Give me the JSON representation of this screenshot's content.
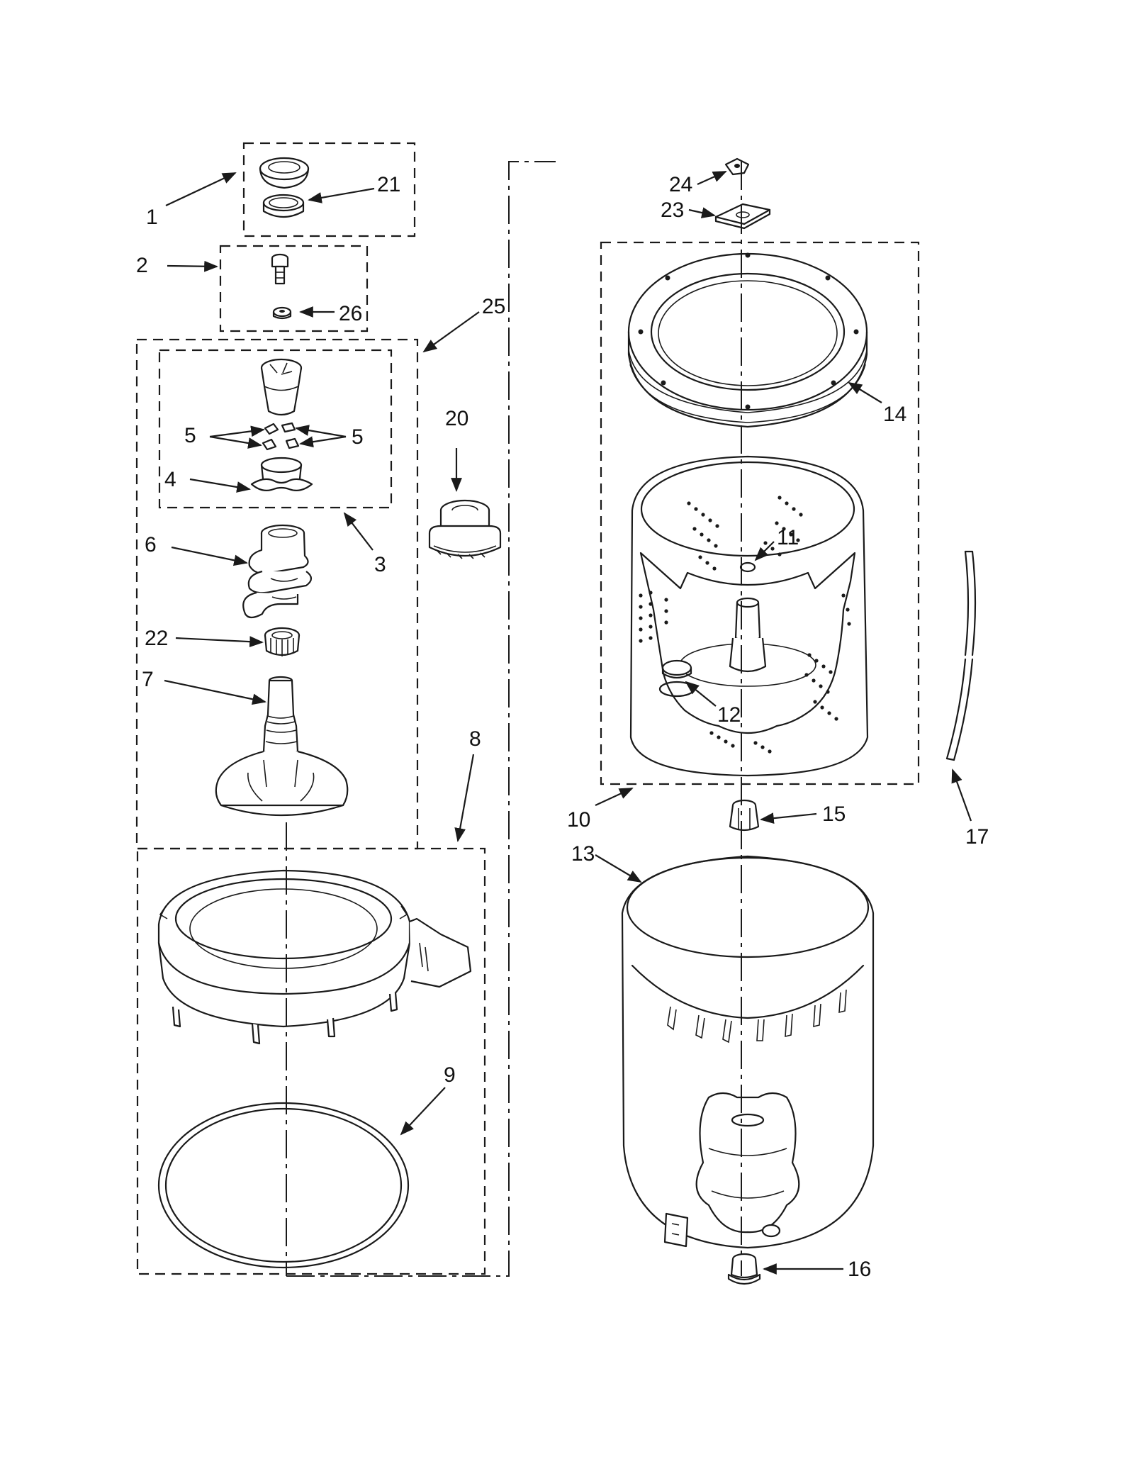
{
  "callouts": [
    {
      "id": "1",
      "text": "1"
    },
    {
      "id": "2",
      "text": "2"
    },
    {
      "id": "3",
      "text": "3"
    },
    {
      "id": "4",
      "text": "4"
    },
    {
      "id": "5a",
      "text": "5"
    },
    {
      "id": "5b",
      "text": "5"
    },
    {
      "id": "6",
      "text": "6"
    },
    {
      "id": "7",
      "text": "7"
    },
    {
      "id": "8",
      "text": "8"
    },
    {
      "id": "9",
      "text": "9"
    },
    {
      "id": "10",
      "text": "10"
    },
    {
      "id": "11",
      "text": "11"
    },
    {
      "id": "12",
      "text": "12"
    },
    {
      "id": "13",
      "text": "13"
    },
    {
      "id": "14",
      "text": "14"
    },
    {
      "id": "15",
      "text": "15"
    },
    {
      "id": "16",
      "text": "16"
    },
    {
      "id": "17",
      "text": "17"
    },
    {
      "id": "20",
      "text": "20"
    },
    {
      "id": "21",
      "text": "21"
    },
    {
      "id": "22",
      "text": "22"
    },
    {
      "id": "23",
      "text": "23"
    },
    {
      "id": "24",
      "text": "24"
    },
    {
      "id": "25",
      "text": "25"
    },
    {
      "id": "26",
      "text": "26"
    }
  ]
}
